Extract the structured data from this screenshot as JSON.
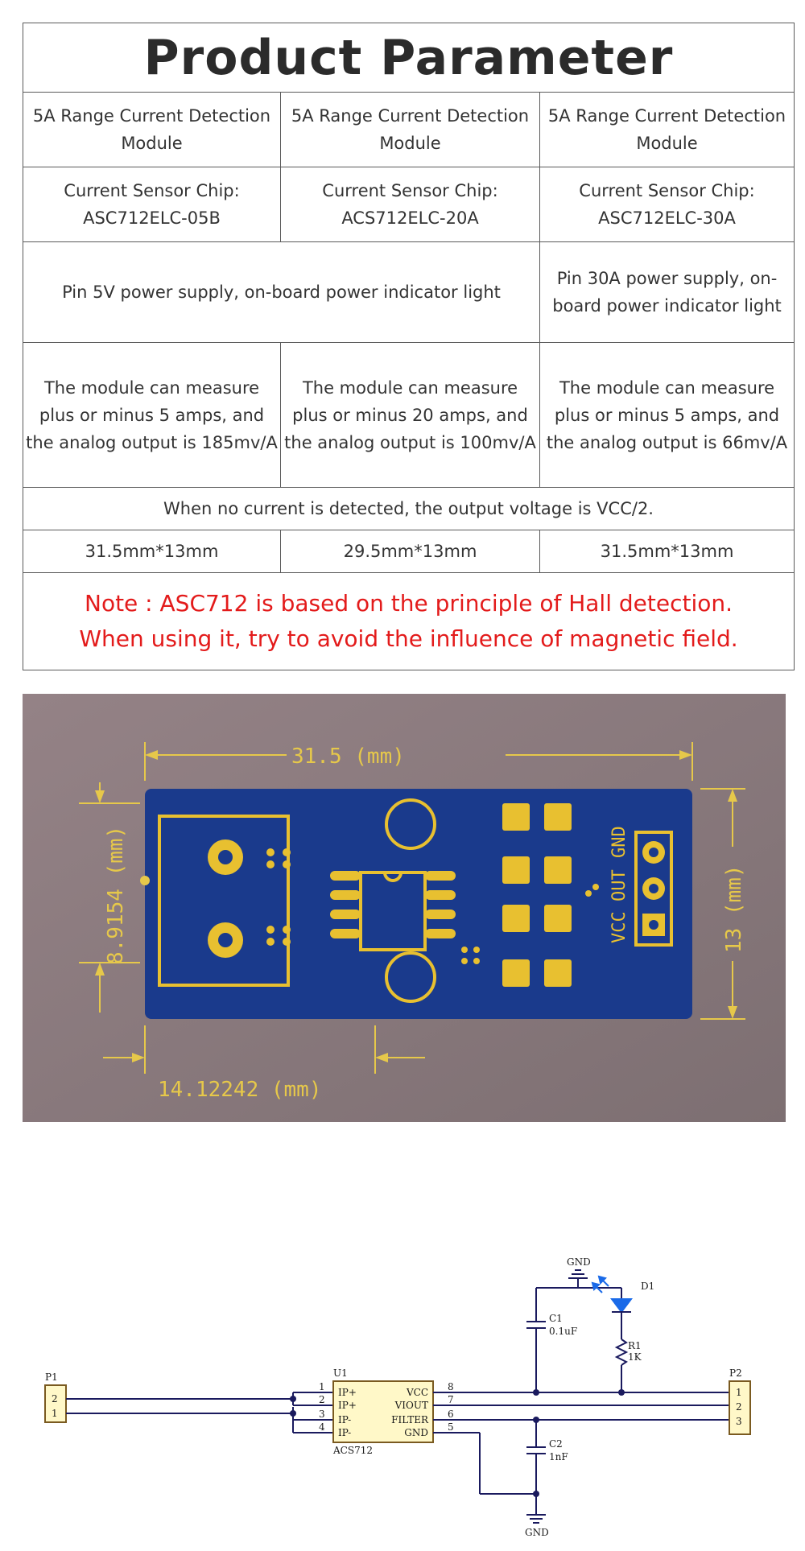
{
  "title": "Product Parameter",
  "rows": {
    "module": [
      "5A Range Current Detection Module",
      "5A Range Current Detection Module",
      "5A Range Current Detection Module"
    ],
    "chip": [
      "Current Sensor Chip: ASC712ELC-05B",
      "Current Sensor Chip: ACS712ELC-20A",
      "Current Sensor Chip: ASC712ELC-30A"
    ],
    "power_a": "Pin 5V power supply, on-board power indicator light",
    "power_b": "Pin 30A power supply, on-board power indicator light",
    "measure": [
      "The module can measure plus or minus 5 amps, and the analog output is 185mv/A",
      "The module can measure plus or minus 20 amps, and the analog output is 100mv/A",
      "The module can measure plus or minus 5 amps, and the analog output is 66mv/A"
    ],
    "no_current": "When no current is detected, the output voltage is VCC/2.",
    "size": [
      "31.5mm*13mm",
      "29.5mm*13mm",
      "31.5mm*13mm"
    ]
  },
  "note": {
    "line1": "Note : ASC712 is based on the principle of Hall detection.",
    "line2": "When using it, try to avoid the influence of magnetic field."
  },
  "pcb": {
    "dim_length": "31.5 (mm)",
    "dim_height": "13 (mm)",
    "dim_left": "8.9154 (mm)",
    "dim_bottom": "14.12242 (mm)",
    "pin_labels": [
      "VCC",
      "OUT",
      "GND"
    ],
    "colors": {
      "background": "#8a7a7e",
      "board": "#1a3a8c",
      "copper": "#e8c030",
      "dimension": "#e6c84a"
    }
  },
  "schematic": {
    "p1_label": "P1",
    "p1_pins": [
      "2",
      "1"
    ],
    "u1_label": "U1",
    "u1_part": "ACS712",
    "u1_left_pins": [
      "IP+",
      "IP+",
      "IP-",
      "IP-"
    ],
    "u1_left_nums": [
      "1",
      "2",
      "3",
      "4"
    ],
    "u1_right_pins": [
      "VCC",
      "VIOUT",
      "FILTER",
      "GND"
    ],
    "u1_right_nums": [
      "8",
      "7",
      "6",
      "5"
    ],
    "c1_label": "C1",
    "c1_value": "0.1uF",
    "c2_label": "C2",
    "c2_value": "1nF",
    "r1_label": "R1",
    "r1_value": "1K",
    "d1_label": "D1",
    "gnd_top": "GND",
    "gnd_bottom": "GND",
    "p2_label": "P2",
    "p2_pins": [
      "1",
      "2",
      "3"
    ]
  }
}
